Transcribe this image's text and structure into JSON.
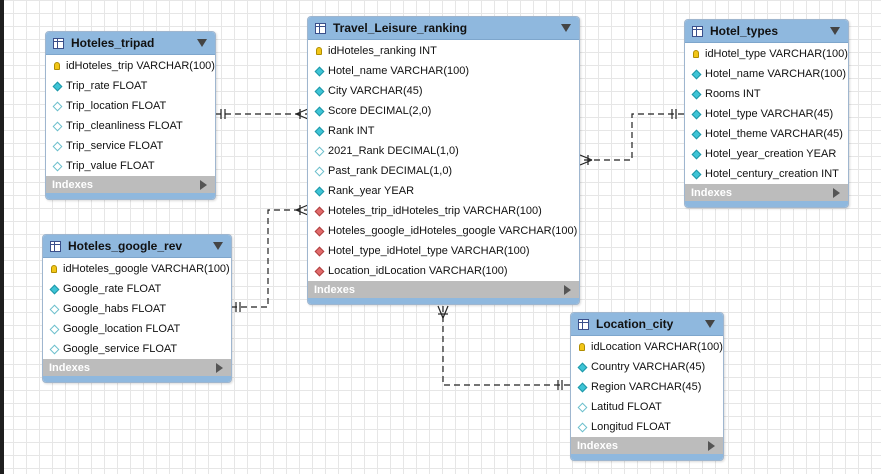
{
  "tables": [
    {
      "id": "hoteles_tripad",
      "title": "Hoteles_tripad",
      "indexes_label": "Indexes",
      "columns": [
        {
          "icon": "key-icon",
          "text": "idHoteles_trip VARCHAR(100)"
        },
        {
          "icon": "filled-diamond-icon",
          "text": "Trip_rate FLOAT"
        },
        {
          "icon": "hollow-diamond-icon",
          "text": "Trip_location FLOAT"
        },
        {
          "icon": "hollow-diamond-icon",
          "text": "Trip_cleanliness FLOAT"
        },
        {
          "icon": "hollow-diamond-icon",
          "text": "Trip_service FLOAT"
        },
        {
          "icon": "hollow-diamond-icon",
          "text": "Trip_value FLOAT"
        }
      ]
    },
    {
      "id": "hoteles_google_rev",
      "title": "Hoteles_google_rev",
      "indexes_label": "Indexes",
      "columns": [
        {
          "icon": "key-icon",
          "text": "idHoteles_google VARCHAR(100)"
        },
        {
          "icon": "filled-diamond-icon",
          "text": "Google_rate FLOAT"
        },
        {
          "icon": "hollow-diamond-icon",
          "text": "Google_habs FLOAT"
        },
        {
          "icon": "hollow-diamond-icon",
          "text": "Google_location FLOAT"
        },
        {
          "icon": "hollow-diamond-icon",
          "text": "Google_service FLOAT"
        }
      ]
    },
    {
      "id": "travel_leisure_ranking",
      "title": "Travel_Leisure_ranking",
      "indexes_label": "Indexes",
      "columns": [
        {
          "icon": "key-icon",
          "text": "idHoteles_ranking INT"
        },
        {
          "icon": "filled-diamond-icon",
          "text": "Hotel_name VARCHAR(100)"
        },
        {
          "icon": "filled-diamond-icon",
          "text": "City VARCHAR(45)"
        },
        {
          "icon": "filled-diamond-icon",
          "text": "Score DECIMAL(2,0)"
        },
        {
          "icon": "filled-diamond-icon",
          "text": "Rank INT"
        },
        {
          "icon": "hollow-diamond-icon",
          "text": "2021_Rank DECIMAL(1,0)"
        },
        {
          "icon": "hollow-diamond-icon",
          "text": "Past_rank DECIMAL(1,0)"
        },
        {
          "icon": "filled-diamond-icon",
          "text": "Rank_year YEAR"
        },
        {
          "icon": "fk-diamond-icon",
          "text": "Hoteles_trip_idHoteles_trip VARCHAR(100)"
        },
        {
          "icon": "fk-diamond-icon",
          "text": "Hoteles_google_idHoteles_google VARCHAR(100)"
        },
        {
          "icon": "fk-diamond-icon",
          "text": "Hotel_type_idHotel_type VARCHAR(100)"
        },
        {
          "icon": "fk-diamond-icon",
          "text": "Location_idLocation VARCHAR(100)"
        }
      ]
    },
    {
      "id": "hotel_types",
      "title": "Hotel_types",
      "indexes_label": "Indexes",
      "columns": [
        {
          "icon": "key-icon",
          "text": "idHotel_type VARCHAR(100)"
        },
        {
          "icon": "filled-diamond-icon",
          "text": "Hotel_name VARCHAR(100)"
        },
        {
          "icon": "filled-diamond-icon",
          "text": "Rooms INT"
        },
        {
          "icon": "filled-diamond-icon",
          "text": "Hotel_type VARCHAR(45)"
        },
        {
          "icon": "filled-diamond-icon",
          "text": "Hotel_theme VARCHAR(45)"
        },
        {
          "icon": "filled-diamond-icon",
          "text": "Hotel_year_creation YEAR"
        },
        {
          "icon": "filled-diamond-icon",
          "text": "Hotel_century_creation INT"
        }
      ]
    },
    {
      "id": "location_city",
      "title": "Location_city",
      "indexes_label": "Indexes",
      "columns": [
        {
          "icon": "key-icon",
          "text": "idLocation VARCHAR(100)"
        },
        {
          "icon": "filled-diamond-icon",
          "text": "Country VARCHAR(45)"
        },
        {
          "icon": "filled-diamond-icon",
          "text": "Region VARCHAR(45)"
        },
        {
          "icon": "hollow-diamond-icon",
          "text": "Latitud FLOAT"
        },
        {
          "icon": "hollow-diamond-icon",
          "text": "Longitud FLOAT"
        }
      ]
    }
  ],
  "colors": {
    "header": "#8fb8de",
    "key": "#f2c618",
    "column_diamond": "#3ec4d6",
    "foreign_key_diamond": "#e06a6a",
    "indexes_bar": "#bcbcbc",
    "relationship_line": "#222222"
  }
}
